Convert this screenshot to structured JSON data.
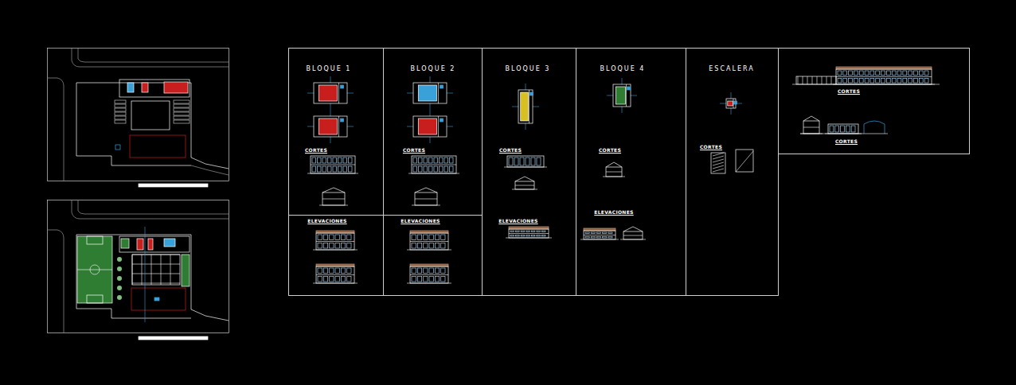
{
  "diagram": {
    "nodes": [
      {
        "text": [
          "BLOQUE 1",
          "CORTES"
        ]
      },
      {
        "text": [
          "BLOQUE 2",
          "CORTES"
        ]
      },
      {
        "text": [
          "BLOQUE 3",
          "CORTES",
          "ELEVACIONES"
        ]
      },
      {
        "text": [
          "BLOQUE 4",
          "CORTES",
          "ELEVACIONES"
        ]
      },
      {
        "text": [
          "ESCALERA",
          "CORTES"
        ]
      },
      {
        "text": [
          "CORTES",
          "CORTES"
        ]
      },
      {
        "text": [
          "ELEVACIONES"
        ]
      },
      {
        "text": [
          "ELEVACIONES"
        ]
      }
    ]
  }
}
